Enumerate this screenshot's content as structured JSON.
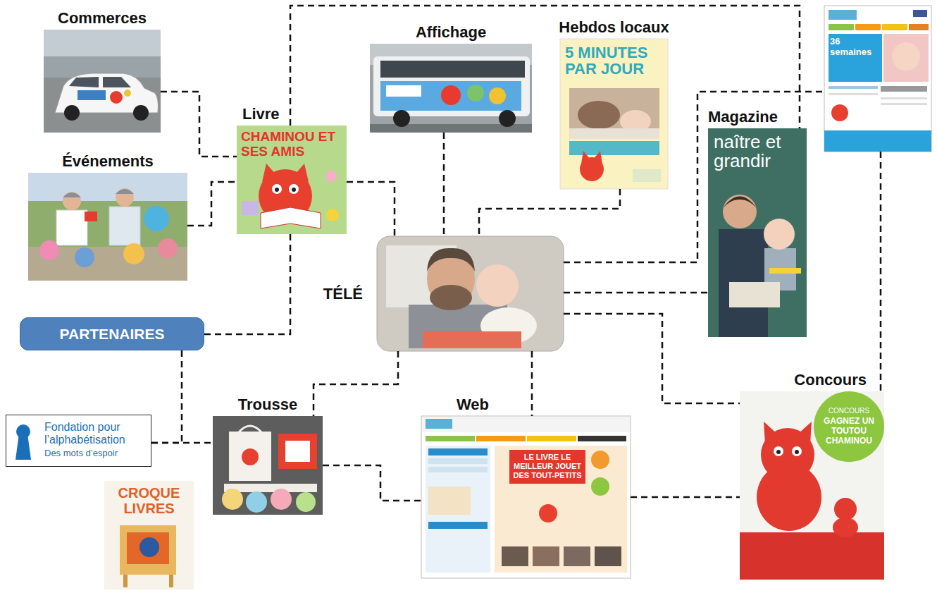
{
  "diagram": {
    "nodes": [
      {
        "text": [
          "Commerces"
        ]
      },
      {
        "text": [
          "Affichage"
        ]
      },
      {
        "text": [
          "Hebdos locaux",
          "5 MINUTES PAR JOUR"
        ]
      },
      {
        "text": [
          "36 semaines"
        ]
      },
      {
        "text": [
          "Livre",
          "CHAMINOU ET SES AMIS"
        ]
      },
      {
        "text": [
          "Magazine",
          "naître et grandir"
        ]
      },
      {
        "text": [
          "Événements"
        ]
      },
      {
        "text": [
          "TÉLÉ"
        ]
      },
      {
        "text": [
          "PARTENAIRES"
        ]
      },
      {
        "text": [
          "Trousse"
        ]
      },
      {
        "text": [
          "Web",
          "LE LIVRE LE MEILLEUR JOUET DES TOUT-PETITS"
        ]
      },
      {
        "text": [
          "Concours",
          "CONCOURS",
          "GAGNEZ UN TOUTOU CHAMINOU"
        ]
      },
      {
        "text": [
          "Fondation pour l’alphabétisation",
          "Des mots d’espoir"
        ]
      },
      {
        "text": [
          "CROQUE LIVRES"
        ]
      }
    ],
    "edges": [
      {
        "from": 0,
        "to": 4,
        "arrow": "none"
      },
      {
        "from": 6,
        "to": 4,
        "arrow": "none"
      },
      {
        "from": 4,
        "to": 5,
        "arrow": "none"
      },
      {
        "from": 4,
        "to": 7,
        "arrow": "none"
      },
      {
        "from": 1,
        "to": 7,
        "arrow": "none"
      },
      {
        "from": 2,
        "to": 7,
        "arrow": "none"
      },
      {
        "from": 7,
        "to": 3,
        "arrow": "none"
      },
      {
        "from": 7,
        "to": 5,
        "arrow": "none"
      },
      {
        "from": 7,
        "to": 11,
        "arrow": "none"
      },
      {
        "from": 3,
        "to": 11,
        "arrow": "none"
      },
      {
        "from": 7,
        "to": 9,
        "arrow": "none"
      },
      {
        "from": 7,
        "to": 10,
        "arrow": "none"
      },
      {
        "from": 9,
        "to": 10,
        "arrow": "none"
      },
      {
        "from": 10,
        "to": 11,
        "arrow": "none"
      },
      {
        "from": 4,
        "to": 8,
        "arrow": "none"
      },
      {
        "from": 8,
        "to": 12,
        "arrow": "none"
      },
      {
        "from": 12,
        "to": 9,
        "arrow": "none"
      }
    ]
  }
}
